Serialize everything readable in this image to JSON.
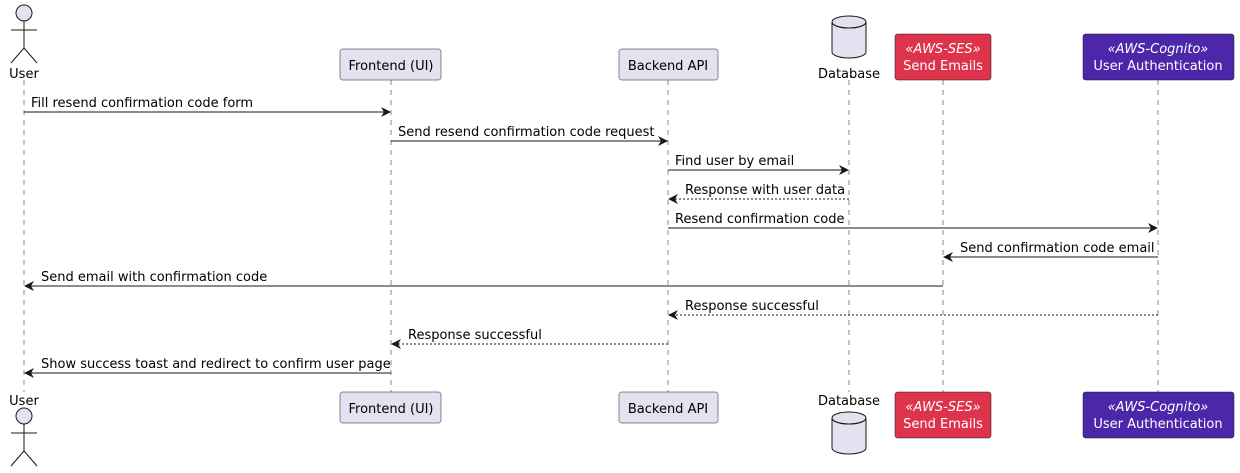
{
  "participants": [
    {
      "id": "user",
      "type": "actor",
      "label": "User"
    },
    {
      "id": "frontend",
      "type": "participant",
      "label": "Frontend (UI)"
    },
    {
      "id": "backend",
      "type": "participant",
      "label": "Backend API"
    },
    {
      "id": "database",
      "type": "database",
      "label": "Database"
    },
    {
      "id": "ses",
      "type": "service",
      "stereotype": "«AWS-SES»",
      "label": "Send Emails",
      "color": "#dd344c"
    },
    {
      "id": "cognito",
      "type": "service",
      "stereotype": "«AWS-Cognito»",
      "label": "User Authentication",
      "color": "#4d27aa"
    }
  ],
  "messages": [
    {
      "from": "user",
      "to": "frontend",
      "text": "Fill resend confirmation code form",
      "style": "solid"
    },
    {
      "from": "frontend",
      "to": "backend",
      "text": "Send resend confirmation code request",
      "style": "solid"
    },
    {
      "from": "backend",
      "to": "database",
      "text": "Find user by email",
      "style": "solid"
    },
    {
      "from": "database",
      "to": "backend",
      "text": "Response with user data",
      "style": "dashed"
    },
    {
      "from": "backend",
      "to": "cognito",
      "text": "Resend confirmation code",
      "style": "solid"
    },
    {
      "from": "cognito",
      "to": "ses",
      "text": "Send confirmation code email",
      "style": "solid"
    },
    {
      "from": "ses",
      "to": "user",
      "text": "Send email with confirmation code",
      "style": "solid"
    },
    {
      "from": "cognito",
      "to": "backend",
      "text": "Response successful",
      "style": "dashed"
    },
    {
      "from": "backend",
      "to": "frontend",
      "text": "Response successful",
      "style": "dashed"
    },
    {
      "from": "frontend",
      "to": "user",
      "text": "Show success toast and redirect to confirm user page",
      "style": "solid"
    }
  ],
  "colors": {
    "participant_fill": "#e2e2f0",
    "participant_border": "#181818",
    "lifeline": "#9e9e9e",
    "arrow": "#181818"
  }
}
